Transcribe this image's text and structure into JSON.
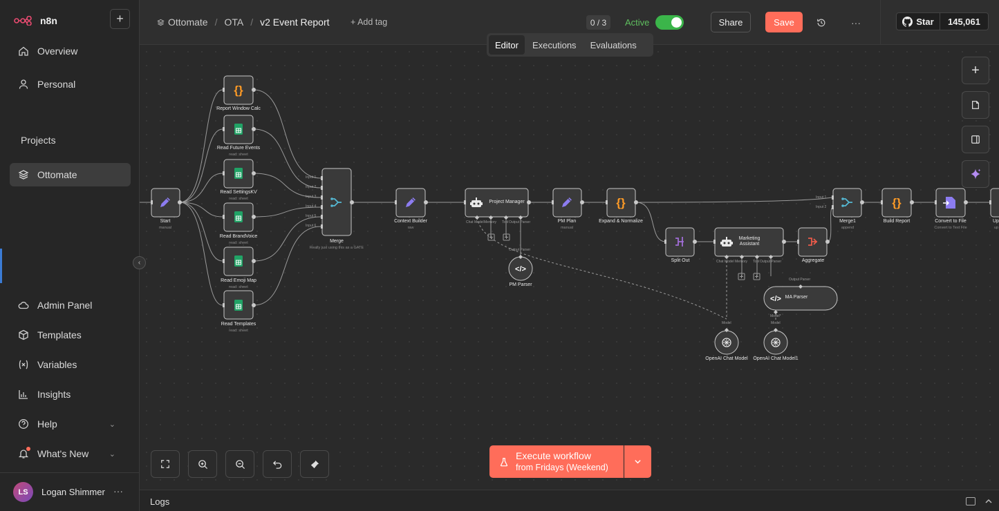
{
  "app": {
    "name": "n8n"
  },
  "sidebar": {
    "items_top": [
      {
        "label": "Overview",
        "icon": "home-icon"
      },
      {
        "label": "Personal",
        "icon": "user-icon"
      }
    ],
    "projects_heading": "Projects",
    "project_items": [
      {
        "label": "Ottomate",
        "icon": "layers-icon",
        "active": true
      }
    ],
    "items_bottom": [
      {
        "label": "Admin Panel",
        "icon": "cloud-icon"
      },
      {
        "label": "Templates",
        "icon": "box-icon"
      },
      {
        "label": "Variables",
        "icon": "variables-icon"
      },
      {
        "label": "Insights",
        "icon": "chart-icon"
      },
      {
        "label": "Help",
        "icon": "help-icon"
      },
      {
        "label": "What's New",
        "icon": "bell-icon"
      }
    ],
    "user": {
      "initials": "LS",
      "name": "Logan Shimmer"
    }
  },
  "header": {
    "breadcrumb": [
      "Ottomate",
      "OTA",
      "v2 Event Report"
    ],
    "add_tag": "+ Add tag",
    "counter": "0 / 3",
    "active_label": "Active",
    "active": true,
    "share": "Share",
    "save": "Save",
    "github_star": "Star",
    "github_count": "145,061"
  },
  "tabs": [
    {
      "label": "Editor",
      "selected": true
    },
    {
      "label": "Executions",
      "selected": false
    },
    {
      "label": "Evaluations",
      "selected": false
    }
  ],
  "execute": {
    "title": "Execute workflow",
    "sub": "from Fridays (Weekend)"
  },
  "logs": {
    "label": "Logs"
  },
  "colors": {
    "accent": "#ff6d5a",
    "active_green": "#3bb54a"
  },
  "nodes": [
    {
      "id": "start",
      "label": "Start",
      "sub": "manual",
      "icon": "pencil-icon"
    },
    {
      "id": "report-window-calc",
      "label": "Report Window Calc",
      "sub": "",
      "icon": "code-braces-icon"
    },
    {
      "id": "read-future-events",
      "label": "Read Future Events",
      "sub": "read: sheet",
      "icon": "sheets-icon"
    },
    {
      "id": "read-settingskv",
      "label": "Read SettingsKV",
      "sub": "read: sheet",
      "icon": "sheets-icon"
    },
    {
      "id": "read-brandvoice",
      "label": "Read BrandVoice",
      "sub": "read: sheet",
      "icon": "sheets-icon"
    },
    {
      "id": "read-emoji-map",
      "label": "Read Emoji Map",
      "sub": "read: sheet",
      "icon": "sheets-icon"
    },
    {
      "id": "read-templates",
      "label": "Read Templates",
      "sub": "read: sheet",
      "icon": "sheets-icon"
    },
    {
      "id": "merge",
      "label": "Merge",
      "sub": "Really just using this as a GATE",
      "icon": "merge-icon"
    },
    {
      "id": "context-builder",
      "label": "Context Builder",
      "sub": "raw",
      "icon": "pencil-icon"
    },
    {
      "id": "project-manager",
      "label": "Project Manager",
      "sub": "",
      "icon": "robot-icon"
    },
    {
      "id": "pm-plan",
      "label": "PM Plan",
      "sub": "manual",
      "icon": "pencil-icon"
    },
    {
      "id": "expand-normalize",
      "label": "Expand & Normalize",
      "sub": "",
      "icon": "code-braces-icon"
    },
    {
      "id": "split-out",
      "label": "Split Out",
      "sub": "",
      "icon": "split-icon"
    },
    {
      "id": "marketing-assistant",
      "label": "Marketing Assistant",
      "sub": "",
      "icon": "robot-icon"
    },
    {
      "id": "aggregate",
      "label": "Aggregate",
      "sub": "",
      "icon": "aggregate-icon"
    },
    {
      "id": "merge1",
      "label": "Merge1",
      "sub": "append",
      "icon": "merge-icon"
    },
    {
      "id": "build-report",
      "label": "Build Report",
      "sub": "",
      "icon": "code-braces-icon"
    },
    {
      "id": "convert-to-file",
      "label": "Convert to File",
      "sub": "Convert to Text File",
      "icon": "file-icon"
    },
    {
      "id": "pm-parser",
      "label": "PM Parser",
      "sub": "",
      "icon": "code-tag-icon"
    },
    {
      "id": "ma-parser",
      "label": "MA Parser",
      "sub": "",
      "icon": "code-tag-icon"
    },
    {
      "id": "openai-chat-model",
      "label": "OpenAI Chat Model",
      "sub": "",
      "icon": "openai-icon"
    },
    {
      "id": "openai-chat-model1",
      "label": "OpenAI Chat Model1",
      "sub": "",
      "icon": "openai-icon"
    }
  ],
  "ports": {
    "merge_inputs": [
      "Input 1",
      "Input 2",
      "Input 3",
      "Input 4",
      "Input 5",
      "Input 6"
    ],
    "agent_ports": [
      "Chat Model",
      "Memory",
      "Tool",
      "Output Parser"
    ],
    "parser_in": "Output Parser",
    "model_in": "Model",
    "model_star": "Model*",
    "merge1_inputs": [
      "Input 1",
      "Input 2"
    ],
    "cut_off_label": "Up",
    "cut_off_sub": "up"
  }
}
